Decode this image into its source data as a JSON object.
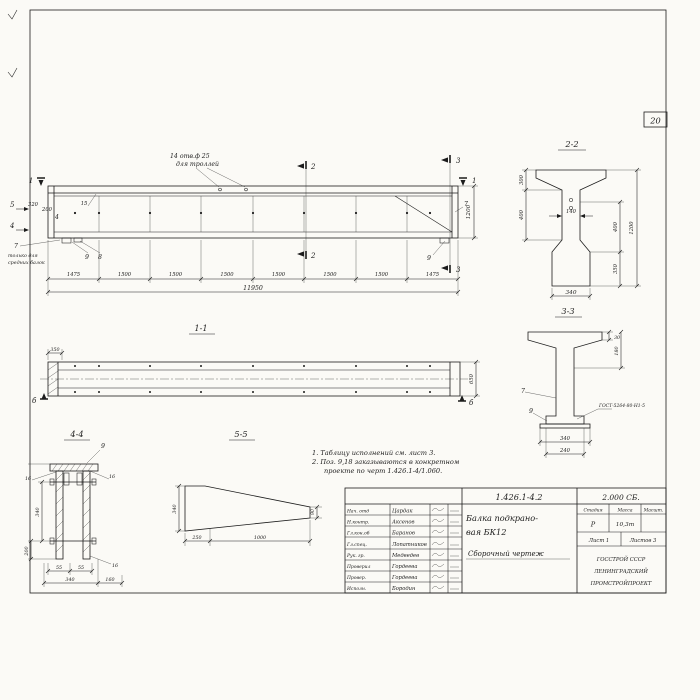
{
  "sheet": {
    "page_number": "20"
  },
  "elevation": {
    "callout1": "14 отв.ф 25",
    "callout2": "для троллей",
    "cut1": "1",
    "cut2": "2",
    "cut3": "3",
    "cut4": "4",
    "cut5": "5",
    "dim_320": "320",
    "dim_200": "200",
    "dim_15": "15",
    "dim_height": "1200",
    "pos7": "7",
    "pos8": "8",
    "pos9": "9",
    "note_left1": "только для",
    "note_left2": "средних балок",
    "seg_dims": [
      "1475",
      "1500",
      "1500",
      "1500",
      "1500",
      "1500",
      "1500",
      "1475"
    ],
    "total_dim": "11950"
  },
  "section22": {
    "title": "2-2",
    "dim_300": "300",
    "dim_400": "400",
    "dim_140": "140",
    "dim_1200": "1200",
    "dim_350": "350",
    "dim_340": "340"
  },
  "section33": {
    "title": "3-3",
    "dim_30": "30",
    "dim_180": "180",
    "pos7": "7",
    "pos9": "9",
    "weld_note": "ГОСТ-5264-80-Н1-5",
    "dim_340": "340",
    "dim_240": "240"
  },
  "section11": {
    "title": "1-1",
    "dim_350": "350",
    "dim_650": "650",
    "marker_b": "б"
  },
  "section44": {
    "title": "4-4",
    "pos9": "9",
    "dim_16": "16",
    "dim_340_left": "340",
    "dim_200": "200",
    "dim_55": "55",
    "dim_340_bottom": "340",
    "dim_160": "160"
  },
  "section55": {
    "title": "5-5",
    "dim_340": "340",
    "dim_90": "90",
    "dim_250": "250",
    "dim_1000": "1000"
  },
  "notes": {
    "line1": "1. Таблицу исполнений см. лист 3.",
    "line2": "2. Поз. 9,18 заказываются в конкретном",
    "line3": "проекте по черт 1.426.1-4/1.060."
  },
  "title_block": {
    "doc_number": "1.426.1-4.2",
    "doc_code": "2.000 СБ.",
    "rows": [
      {
        "role": "Нач. отд",
        "name": "Цардак"
      },
      {
        "role": "Н.контр.",
        "name": "Аксенов"
      },
      {
        "role": "Гл.кон.об",
        "name": "Баранов"
      },
      {
        "role": "Гл.спец.",
        "name": "Лопатников"
      },
      {
        "role": "Рук. гр.",
        "name": "Медведев"
      },
      {
        "role": "Проверил",
        "name": "Гордеева"
      },
      {
        "role": "Провер.",
        "name": "Гордеева"
      },
      {
        "role": "Исполн.",
        "name": "Бородин"
      }
    ],
    "title_line1": "Балка подкрано-",
    "title_line2": "вая БК12",
    "subtitle": "Сборочный чертеж",
    "stage_header": "Стадия",
    "mass_header": "Масса",
    "scale_header": "Масшт.",
    "stage_value": "Р",
    "mass_value": "10,3т",
    "sheet_label": "Лист 1",
    "sheets_label": "Листов 3",
    "org_line1": "ГОССТРОЙ СССР",
    "org_line2": "ЛЕНИНГРАДСКИЙ",
    "org_line3": "ПРОМСТРОЙПРОЕКТ"
  }
}
